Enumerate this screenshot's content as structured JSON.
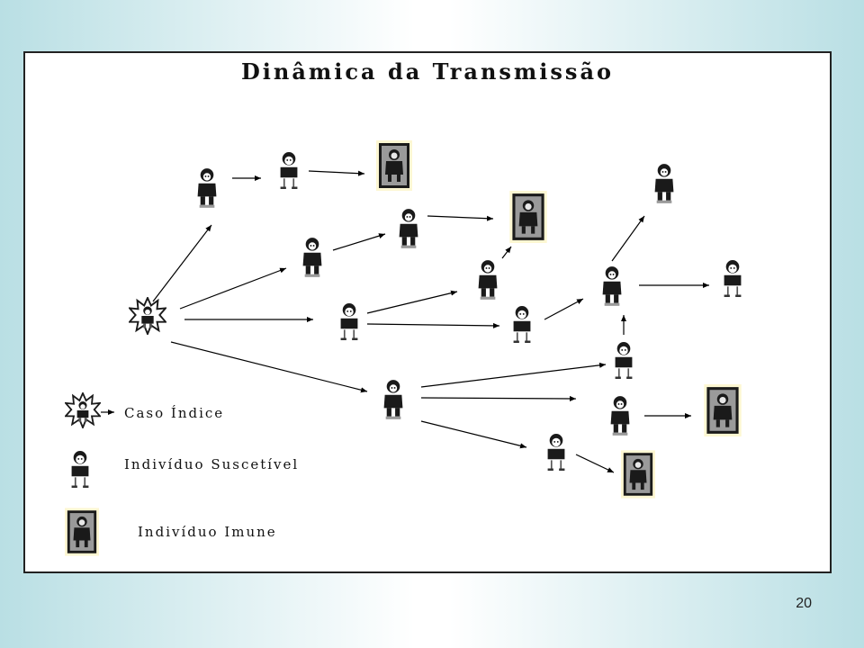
{
  "slide": {
    "title": "Dinâmica da Transmissão",
    "page_number": "20"
  },
  "legend": {
    "index_case": "Caso Índice",
    "susceptible": "Indivíduo Suscetível",
    "immune": "Indivíduo Imune"
  },
  "colors": {
    "figure": "#1a1a1a",
    "immune_frame_bg": "#fdf7d2",
    "arrow": "#000000",
    "border": "#222222"
  },
  "icons": {
    "index_case": "spiky-starburst-person-icon",
    "infected": "infected-person-icon",
    "susceptible": "susceptible-person-icon",
    "immune": "framed-immune-person-icon"
  }
}
